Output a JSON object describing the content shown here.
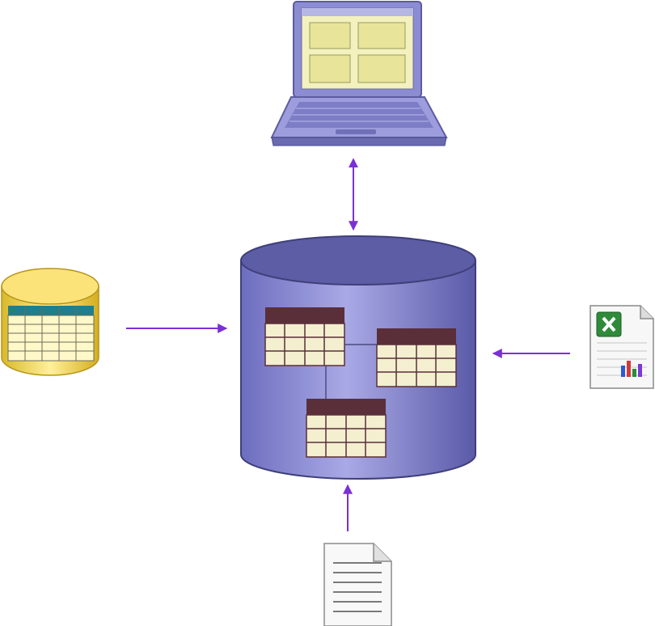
{
  "diagram": {
    "nodes": [
      {
        "id": "laptop",
        "icon": "laptop-icon"
      },
      {
        "id": "central-database",
        "icon": "database-cylinder-icon"
      },
      {
        "id": "source-database",
        "icon": "yellow-database-icon"
      },
      {
        "id": "spreadsheet-file",
        "icon": "excel-file-icon"
      },
      {
        "id": "text-document",
        "icon": "text-document-icon"
      }
    ],
    "edges": [
      {
        "from": "laptop",
        "to": "central-database",
        "direction": "both"
      },
      {
        "from": "source-database",
        "to": "central-database",
        "direction": "forward"
      },
      {
        "from": "spreadsheet-file",
        "to": "central-database",
        "direction": "forward"
      },
      {
        "from": "text-document",
        "to": "central-database",
        "direction": "forward"
      }
    ],
    "colors": {
      "arrow": "#7b2fd6",
      "cylinder_body": "#8b8bd6",
      "cylinder_top": "#5f5fa8",
      "table_header": "#5a2f3a",
      "table_cell": "#f3efcf",
      "laptop_body": "#8e8ed4",
      "laptop_screen": "#f2f0b8",
      "yellow_db": "#f2d24a",
      "excel_green": "#2e8b3a"
    }
  }
}
